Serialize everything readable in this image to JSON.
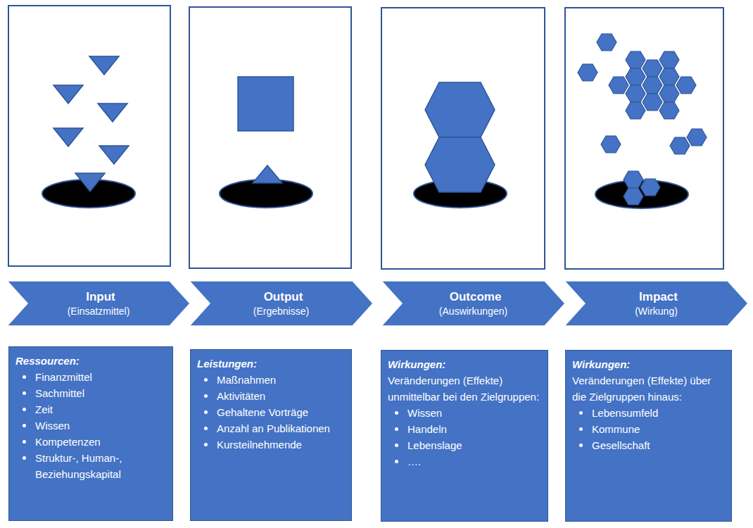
{
  "diagram": {
    "nodes": [
      {
        "text": [
          "Input",
          "(Einsatzmittel)"
        ]
      },
      {
        "text": [
          "Output",
          "(Ergebnisse)"
        ]
      },
      {
        "text": [
          "Outcome",
          "(Auswirkungen)"
        ]
      },
      {
        "text": [
          "Impact",
          "(Wirkung)"
        ]
      },
      {
        "text": [
          "Ressourcen:",
          "Finanzmittel",
          "Sachmittel",
          "Zeit",
          "Wissen",
          "Kompetenzen",
          "Struktur-, Human-, Beziehungskapital"
        ]
      },
      {
        "text": [
          "Leistungen:",
          "Maßnahmen",
          "Aktivitäten",
          "Gehaltene Vorträge",
          "Anzahl an Publikationen",
          "Kursteilnehmende"
        ]
      },
      {
        "text": [
          "Wirkungen:",
          "Veränderungen (Effekte) unmittelbar bei den Zielgruppen:",
          "Wissen",
          "Handeln",
          "Lebenslage",
          "…."
        ]
      },
      {
        "text": [
          "Wirkungen:",
          "Veränderungen (Effekte) über die Zielgruppen hinaus:",
          "Lebensumfeld",
          "Kommune",
          "Gesellschaft"
        ]
      }
    ]
  }
}
